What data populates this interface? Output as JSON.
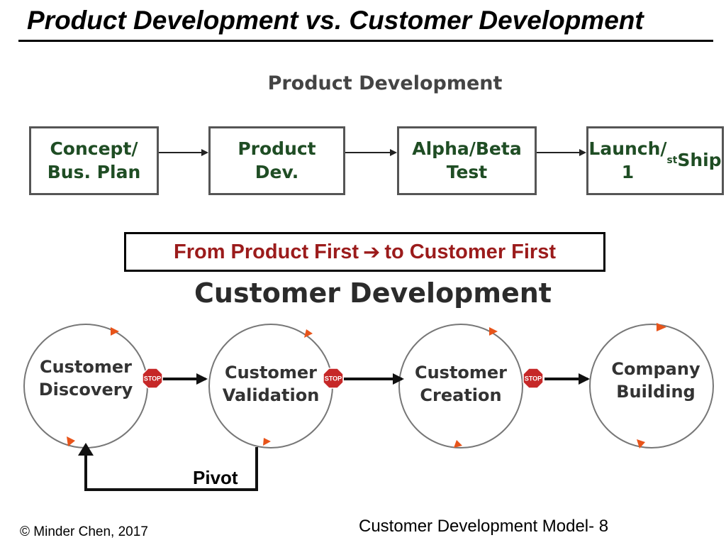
{
  "title": "Product Development vs. Customer Development",
  "product_development": {
    "heading": "Product Development",
    "steps": [
      {
        "label": "Concept/\nBus. Plan"
      },
      {
        "label": "Product\nDev."
      },
      {
        "label": "Alpha/Beta\nTest"
      },
      {
        "label": "Launch/\n1st Ship"
      }
    ]
  },
  "callout": {
    "left": "From Product First",
    "arrow": "➔",
    "right": "to Customer First"
  },
  "customer_development": {
    "heading": "Customer Development",
    "stages": [
      {
        "label": "Customer\nDiscovery"
      },
      {
        "label": "Customer\nValidation"
      },
      {
        "label": "Customer\nCreation"
      },
      {
        "label": "Company\nBuilding"
      }
    ],
    "stop_sign": "STOP",
    "pivot_label": "Pivot"
  },
  "footer": {
    "copyright": "© Minder Chen,  2017",
    "slide_label": "Customer Development Model- 8"
  },
  "colors": {
    "box_text": "#1f4d24",
    "callout_text": "#9b1b1b",
    "stop_sign": "#c62828",
    "cycle_arrow": "#e8541a"
  }
}
